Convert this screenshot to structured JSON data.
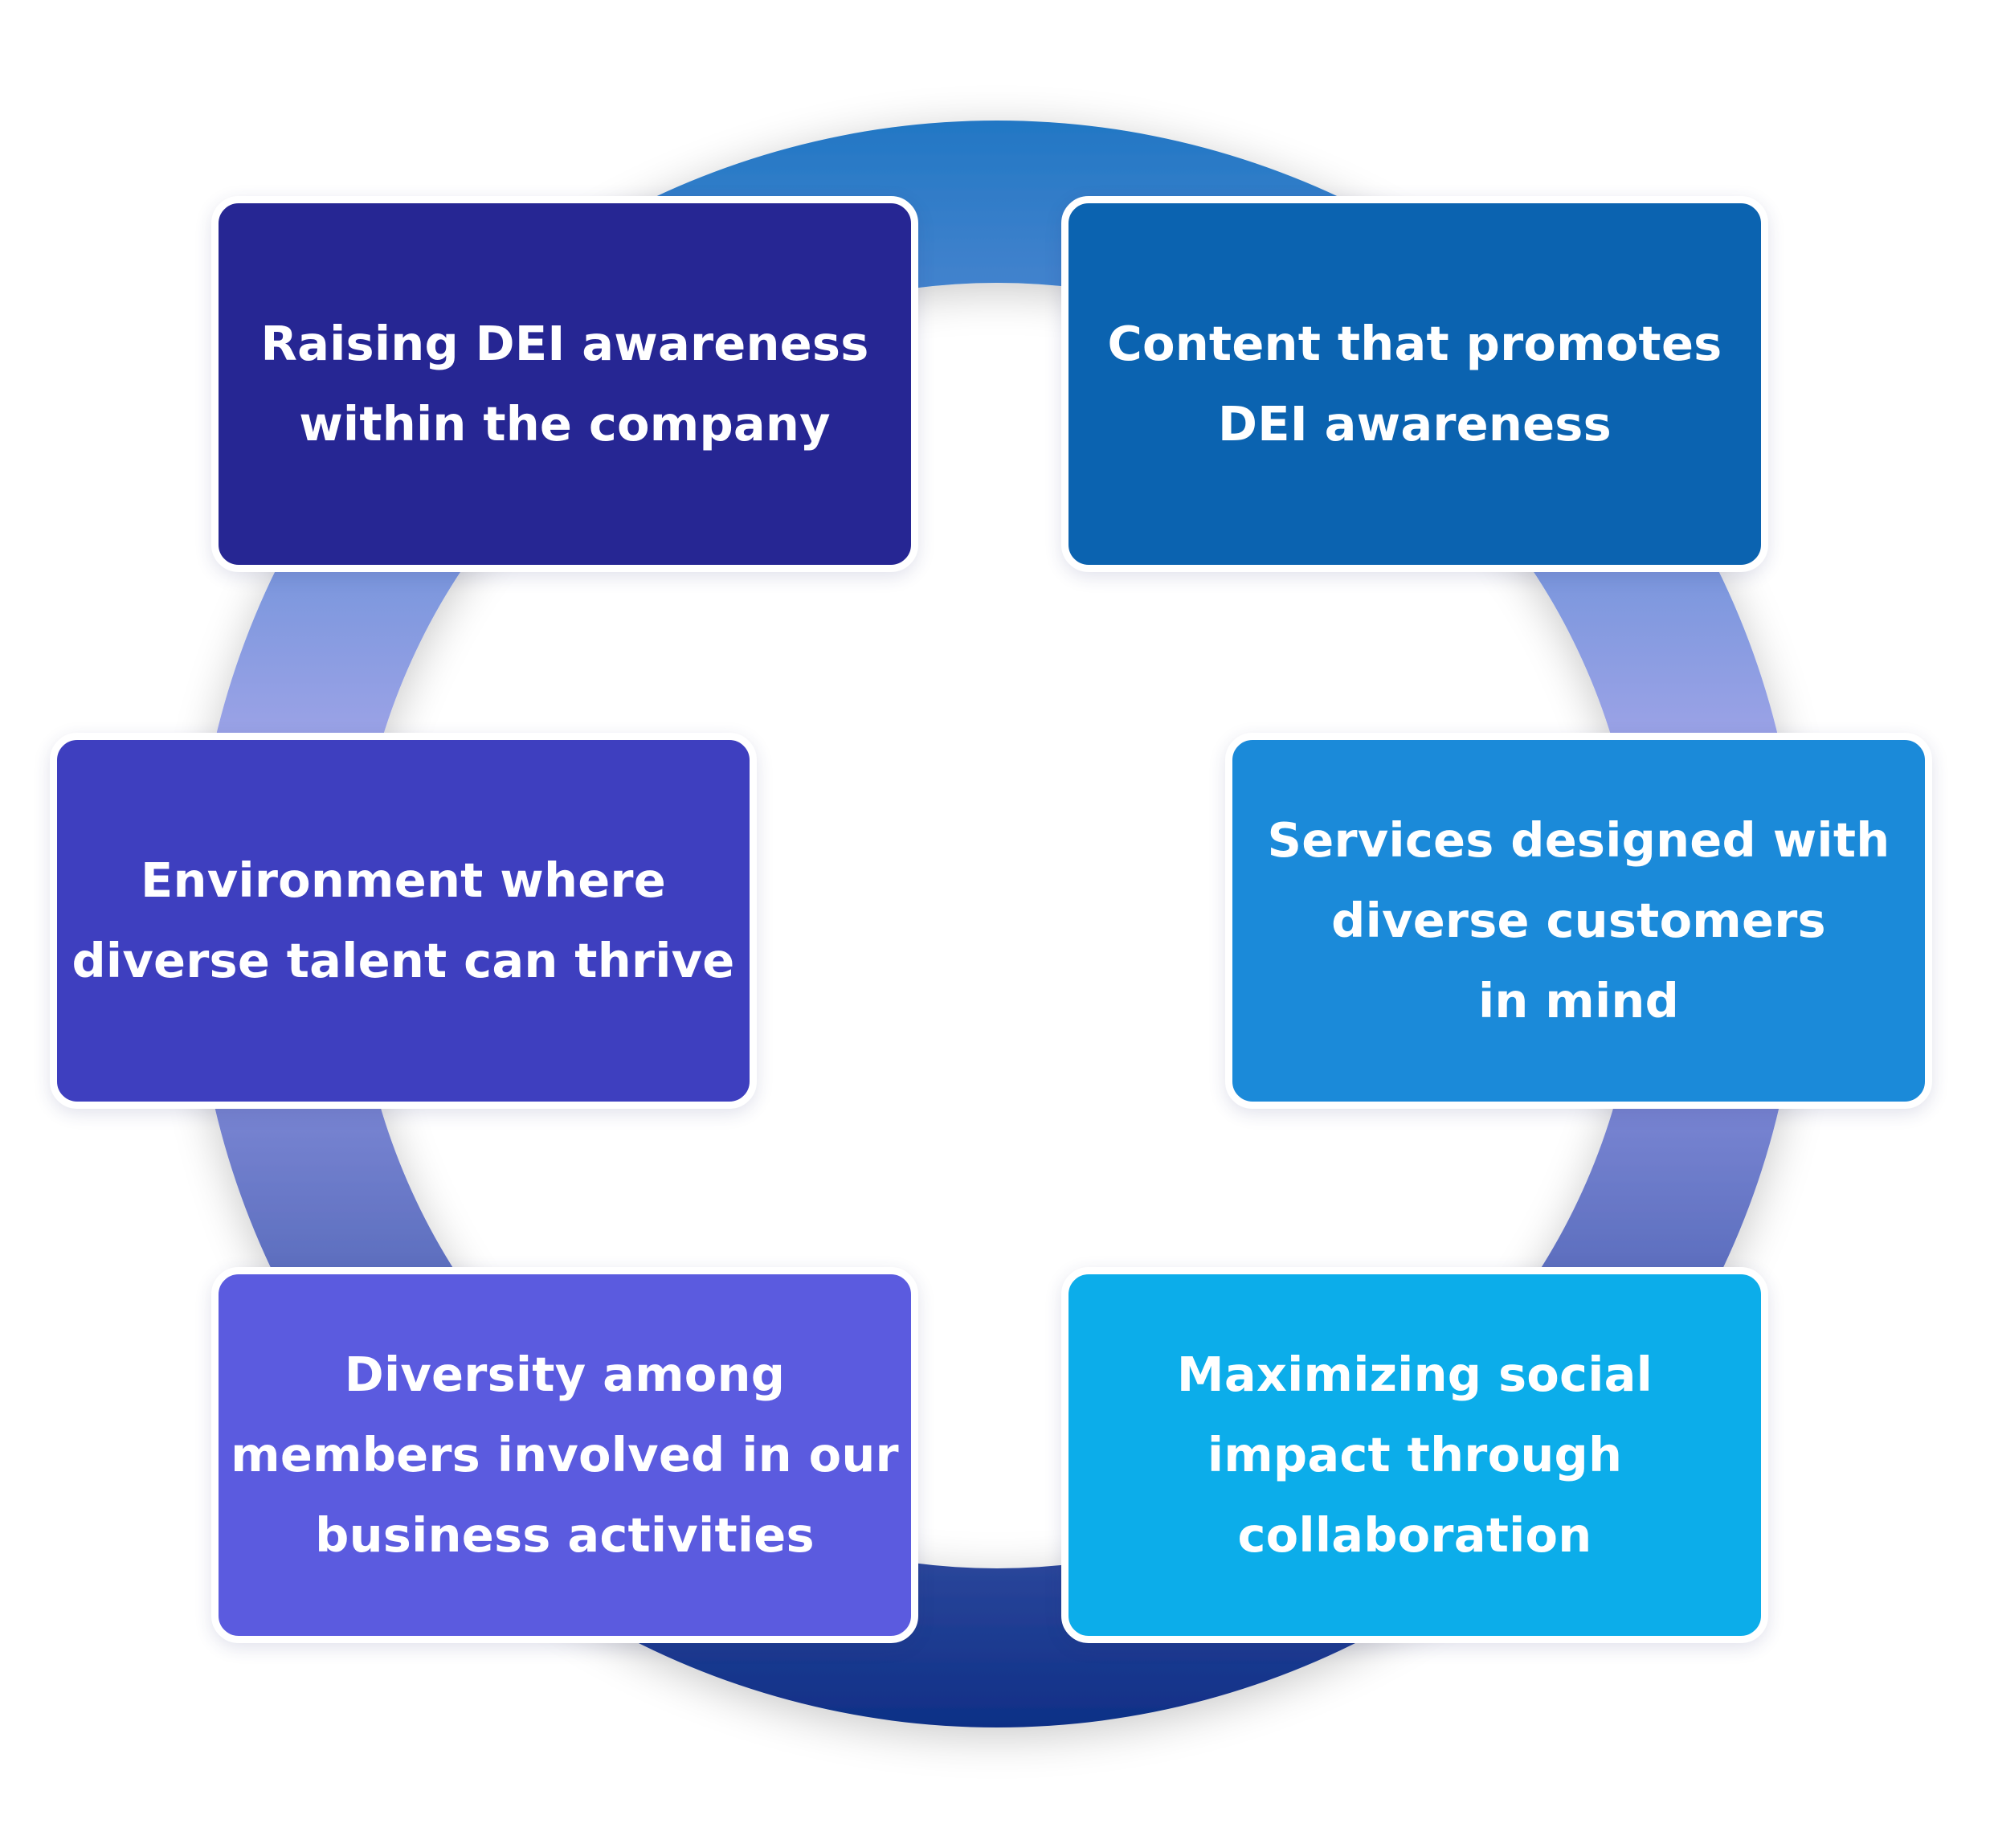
{
  "diagram": {
    "colors": {
      "ring_top": "#2277c4",
      "ring_middle": "#9aa2e6",
      "ring_bottom": "#0e2f86"
    },
    "cards": [
      {
        "id": "card-1",
        "label": "Raising DEI awareness\nwithin the company",
        "color": "#262693"
      },
      {
        "id": "card-2",
        "label": "Content that promotes\nDEI awareness",
        "color": "#0b63b0"
      },
      {
        "id": "card-3",
        "label": "Environment where\ndiverse talent can thrive",
        "color": "#3e3fbf"
      },
      {
        "id": "card-4",
        "label": "Services designed with\ndiverse customers\nin mind",
        "color": "#1b8ad9"
      },
      {
        "id": "card-5",
        "label": "Diversity among\nmembers involved in our\nbusiness activities",
        "color": "#5b5bdf"
      },
      {
        "id": "card-6",
        "label": "Maximizing social\nimpact through\ncollaboration",
        "color": "#0cadea"
      }
    ]
  }
}
